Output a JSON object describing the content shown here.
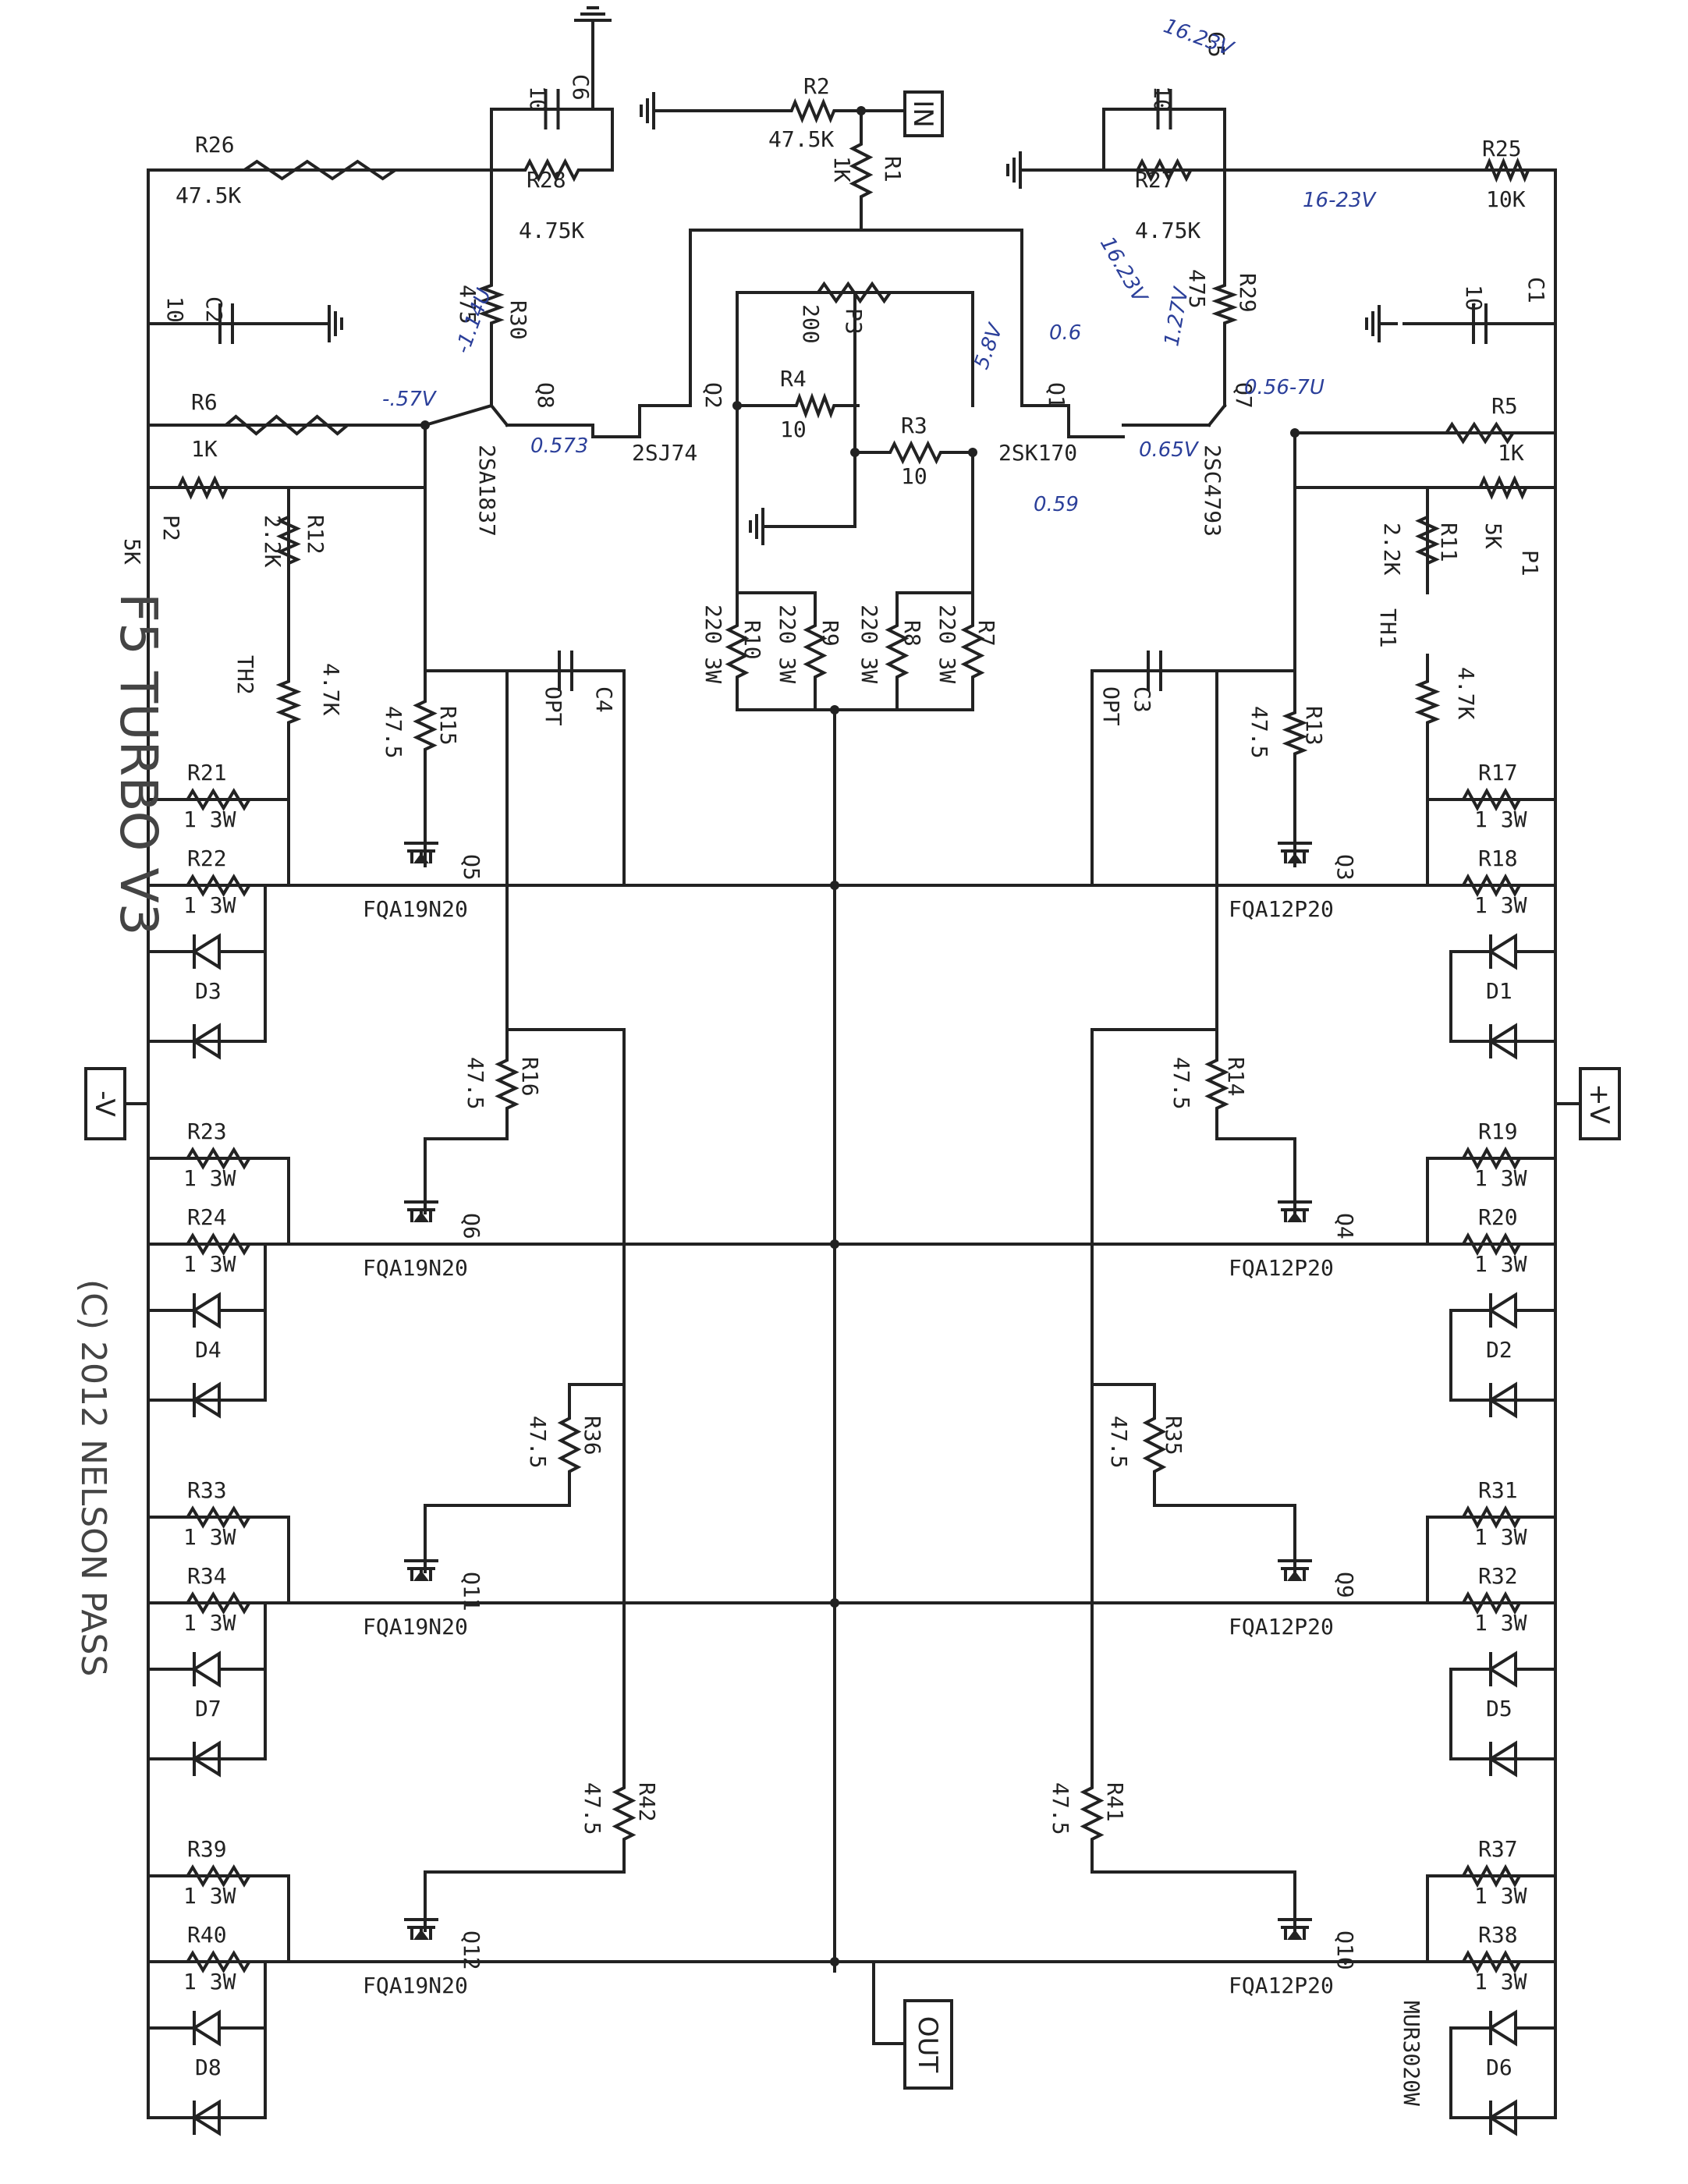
{
  "title": "F5 TURBO V3",
  "copyright": "(C) 2012 NELSON PASS",
  "ports": {
    "in": "IN",
    "out": "OUT",
    "pos_rail": "+V",
    "neg_rail": "-V"
  },
  "input": {
    "R2": {
      "ref": "R2",
      "value": "47.5K"
    },
    "R1": {
      "ref": "R1",
      "value": "1K"
    }
  },
  "left_cascode": {
    "C6": {
      "ref": "C6",
      "value": "10"
    },
    "R26": {
      "ref": "R26",
      "value": "47.5K"
    },
    "R28": {
      "ref": "R28",
      "value": "4.75K"
    },
    "R30": {
      "ref": "R30",
      "value": "475"
    },
    "C2": {
      "ref": "C2",
      "value": "10"
    },
    "R6": {
      "ref": "R6",
      "value": "1K"
    },
    "P2": {
      "ref": "P2",
      "value": "5K"
    },
    "R12": {
      "ref": "R12",
      "value": "2.2K"
    },
    "TH2": {
      "ref": "TH2",
      "value": "4.7K"
    },
    "Q8": {
      "ref": "Q8",
      "part": "2SA1837"
    },
    "C4": {
      "ref": "C4",
      "value": "OPT"
    }
  },
  "right_cascode": {
    "C5": {
      "ref": "C5",
      "value": "10"
    },
    "R25": {
      "ref": "R25",
      "value": "10K"
    },
    "R27": {
      "ref": "R27",
      "value": "4.75K"
    },
    "R29": {
      "ref": "R29",
      "value": "475"
    },
    "C1": {
      "ref": "C1",
      "value": "10"
    },
    "R5": {
      "ref": "R5",
      "value": "1K"
    },
    "P1": {
      "ref": "P1",
      "value": "5K"
    },
    "R11": {
      "ref": "R11",
      "value": "2.2K"
    },
    "TH1": {
      "ref": "TH1",
      "value": "4.7K"
    },
    "Q7": {
      "ref": "Q7",
      "part": "2SC4793"
    },
    "C3": {
      "ref": "C3",
      "value": "OPT"
    }
  },
  "input_pair": {
    "Q2": {
      "ref": "Q2",
      "part": "2SJ74"
    },
    "Q1": {
      "ref": "Q1",
      "part": "2SK170"
    },
    "P3": {
      "ref": "P3",
      "value": "200"
    },
    "R4": {
      "ref": "R4",
      "value": "10"
    },
    "R3": {
      "ref": "R3",
      "value": "10"
    },
    "R10": {
      "ref": "R10",
      "value": "220 3W"
    },
    "R9": {
      "ref": "R9",
      "value": "220 3W"
    },
    "R8": {
      "ref": "R8",
      "value": "220 3W"
    },
    "R7": {
      "ref": "R7",
      "value": "220 3W"
    }
  },
  "output_left": [
    {
      "q": "Q5",
      "part": "FQA19N20",
      "gate_r": "R15",
      "gate_v": "47.5",
      "ra": "R21",
      "ra_v": "1 3W",
      "rb": "R22",
      "rb_v": "1 3W",
      "d": "D3"
    },
    {
      "q": "Q6",
      "part": "FQA19N20",
      "gate_r": "R16",
      "gate_v": "47.5",
      "ra": "R23",
      "ra_v": "1 3W",
      "rb": "R24",
      "rb_v": "1 3W",
      "d": "D4"
    },
    {
      "q": "Q11",
      "part": "FQA19N20",
      "gate_r": "R36",
      "gate_v": "47.5",
      "ra": "R33",
      "ra_v": "1 3W",
      "rb": "R34",
      "rb_v": "1 3W",
      "d": "D7"
    },
    {
      "q": "Q12",
      "part": "FQA19N20",
      "gate_r": "R42",
      "gate_v": "47.5",
      "ra": "R39",
      "ra_v": "1 3W",
      "rb": "R40",
      "rb_v": "1 3W",
      "d": "D8"
    }
  ],
  "output_right": [
    {
      "q": "Q3",
      "part": "FQA12P20",
      "gate_r": "R13",
      "gate_v": "47.5",
      "ra": "R17",
      "ra_v": "1 3W",
      "rb": "R18",
      "rb_v": "1 3W",
      "d": "D1"
    },
    {
      "q": "Q4",
      "part": "FQA12P20",
      "gate_r": "R14",
      "gate_v": "47.5",
      "ra": "R19",
      "ra_v": "1 3W",
      "rb": "R20",
      "rb_v": "1 3W",
      "d": "D2"
    },
    {
      "q": "Q9",
      "part": "FQA12P20",
      "gate_r": "R35",
      "gate_v": "47.5",
      "ra": "R31",
      "ra_v": "1 3W",
      "rb": "R32",
      "rb_v": "1 3W",
      "d": "D5"
    },
    {
      "q": "Q10",
      "part": "FQA12P20",
      "gate_r": "R41",
      "gate_v": "47.5",
      "ra": "R37",
      "ra_v": "1 3W",
      "rb": "R38",
      "rb_v": "1 3W",
      "d": "D6"
    }
  ],
  "diode_part": "MUR3020W",
  "handwritten": {
    "c5_note": "16.23V",
    "r25_note": "16-23V",
    "r29_note": "16.23V",
    "q1_note": "0.6",
    "q1_drain": "5.8V",
    "q7_base": "1.27V",
    "q7_coll": "0.56-7U",
    "q7_emit": "0.65V",
    "q1_src": "0.59",
    "q8_base": "-.57V",
    "r30_note": "-1.14U",
    "q8_emit": "0.573"
  }
}
